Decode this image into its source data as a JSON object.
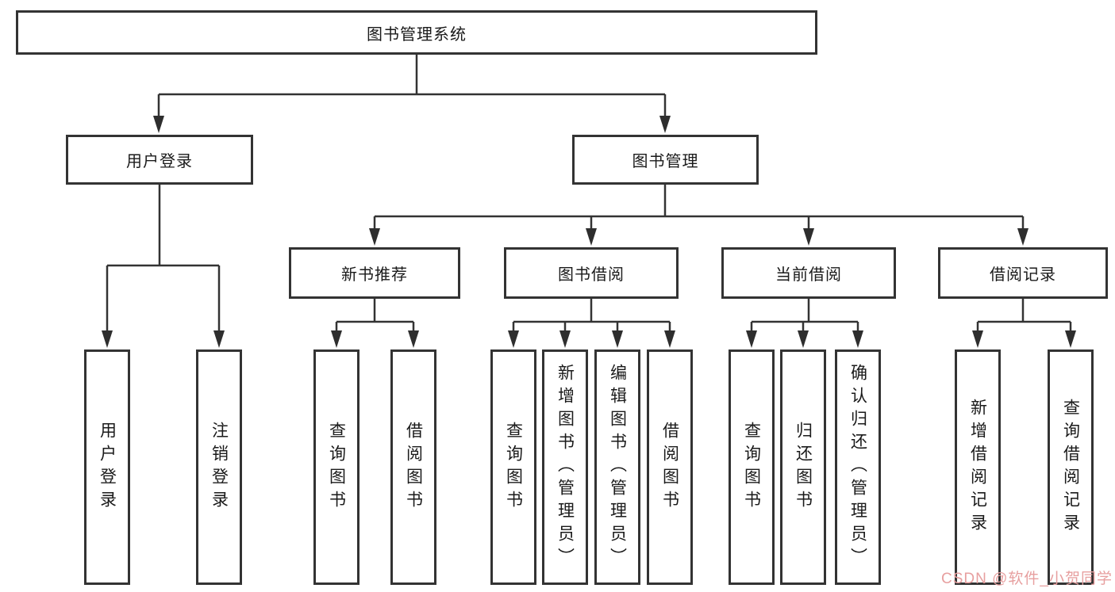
{
  "diagram_title": "图书管理系统",
  "tree": {
    "root": {
      "label": "图书管理系统"
    },
    "branches": [
      {
        "label": "用户登录",
        "children": [
          {
            "label": "用户登录"
          },
          {
            "label": "注销登录"
          }
        ]
      },
      {
        "label": "图书管理",
        "children": [
          {
            "label": "新书推荐",
            "children": [
              {
                "label": "查询图书"
              },
              {
                "label": "借阅图书"
              }
            ]
          },
          {
            "label": "图书借阅",
            "children": [
              {
                "label": "查询图书"
              },
              {
                "label": "新增图书（管理员）"
              },
              {
                "label": "编辑图书（管理员）"
              },
              {
                "label": "借阅图书"
              }
            ]
          },
          {
            "label": "当前借阅",
            "children": [
              {
                "label": "查询图书"
              },
              {
                "label": "归还图书"
              },
              {
                "label": "确认归还（管理员）"
              }
            ]
          },
          {
            "label": "借阅记录",
            "children": [
              {
                "label": "新增借阅记录"
              },
              {
                "label": "查询借阅记录"
              }
            ]
          }
        ]
      }
    ]
  },
  "watermark": {
    "text": "CSDN @软件_小贺同学"
  },
  "colors": {
    "line": "#333333",
    "box_border": "#333333",
    "text": "#1a1a1a",
    "watermark": "#e79f9f",
    "background": "#ffffff"
  }
}
